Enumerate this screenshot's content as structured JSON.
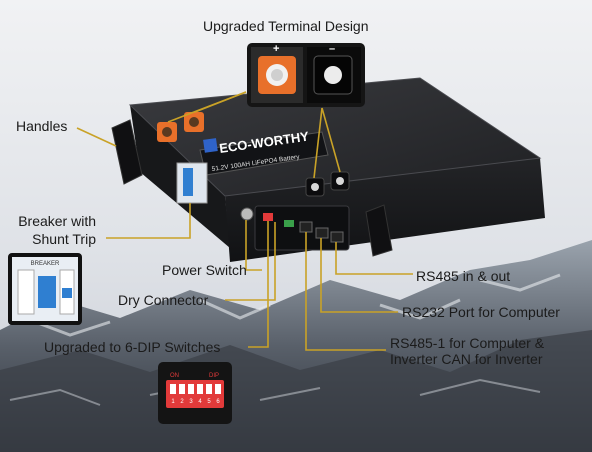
{
  "labels": {
    "terminal_design": "Upgraded Terminal Design",
    "handles": "Handles",
    "breaker_line1": "Breaker with",
    "breaker_line2": "Shunt Trip",
    "power_switch": "Power Switch",
    "dry_connector": "Dry Connector",
    "dip_switches": "Upgraded to 6-DIP Switches",
    "rs485_io": "RS485 in & out",
    "rs232": "RS232 Port for Computer",
    "rs485_1_line1": "RS485-1 for Computer &",
    "rs485_1_line2": "Inverter CAN for Inverter"
  },
  "battery": {
    "brand": "ECO-WORTHY",
    "spec": "51.2V 100AH LiFePO4 Battery"
  },
  "breaker_inset": {
    "caption": "BREAKER"
  },
  "dip_inset": {
    "on_label": "ON",
    "dip_label": "DIP",
    "numbers": [
      "1",
      "2",
      "3",
      "4",
      "5",
      "6"
    ]
  },
  "colors": {
    "accent_orange": "#e8702a",
    "cable_gold": "#c9a227",
    "battery_body": "#1b1b1d",
    "dip_red": "#e23a3a"
  }
}
